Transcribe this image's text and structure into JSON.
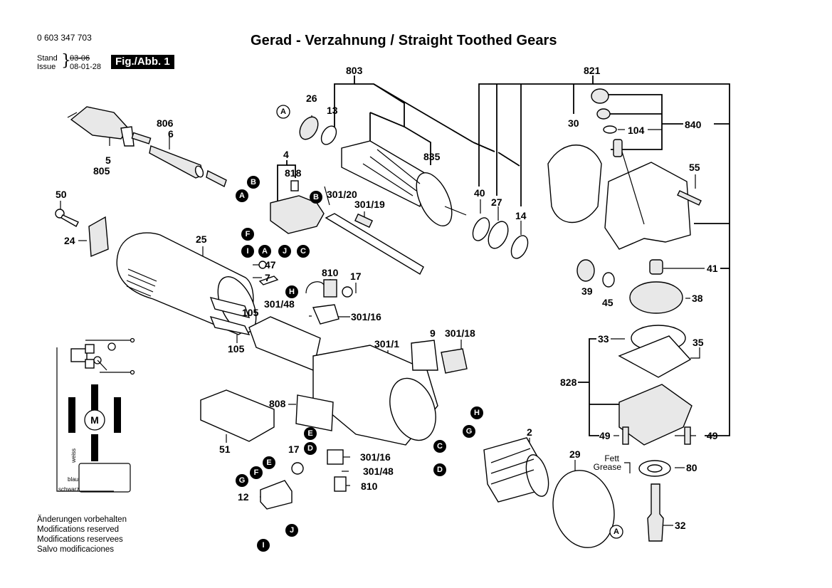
{
  "header": {
    "part_number": "0 603 347 703",
    "title": "Gerad - Verzahnung / Straight Toothed Gears",
    "stand_label": "Stand",
    "issue_label": "Issue",
    "stand_date": "03-06",
    "issue_date": "08-01-28",
    "figure_badge": "Fig./Abb. 1"
  },
  "notes": [
    "Änderungen vorbehalten",
    "Modifications reserved",
    "Modifications reservees",
    "Salvo modificaciones"
  ],
  "wiring_diagram": {
    "motor_label": "M",
    "wire_white": "weiss",
    "wire_blue": "blau",
    "wire_black": "schwarz"
  },
  "grease_label": {
    "de": "Fett",
    "en": "Grease"
  },
  "part_labels": {
    "p803": "803",
    "p821": "821",
    "p26": "26",
    "p13": "13",
    "p806": "806",
    "p6": "6",
    "p5": "5",
    "p805": "805",
    "p835": "835",
    "p30": "30",
    "p104": "104",
    "p840": "840",
    "p4": "4",
    "p818": "818",
    "p55": "55",
    "p50": "50",
    "p301_20": "301/20",
    "p301_19": "301/19",
    "p40": "40",
    "p27": "27",
    "p14": "14",
    "p24": "24",
    "p25": "25",
    "p47": "47",
    "p7": "7",
    "p41": "41",
    "p810a": "810",
    "p17a": "17",
    "p39": "39",
    "p45": "45",
    "p38": "38",
    "p105a": "105",
    "p301_48a": "301/48",
    "p301_16a": "301/16",
    "p105b": "105",
    "p9": "9",
    "p301_18": "301/18",
    "p301_1": "301/1",
    "p33": "33",
    "p35": "35",
    "p828": "828",
    "p808": "808",
    "p2": "2",
    "p49a": "49",
    "p49b": "49",
    "p51": "51",
    "p17b": "17",
    "p301_16b": "301/16",
    "p301_48b": "301/48",
    "p810b": "810",
    "p29": "29",
    "p80": "80",
    "p12": "12",
    "p32": "32"
  },
  "connectors": {
    "A": "A",
    "B": "B",
    "C": "C",
    "D": "D",
    "E": "E",
    "F": "F",
    "G": "G",
    "H": "H",
    "I": "I",
    "J": "J"
  }
}
